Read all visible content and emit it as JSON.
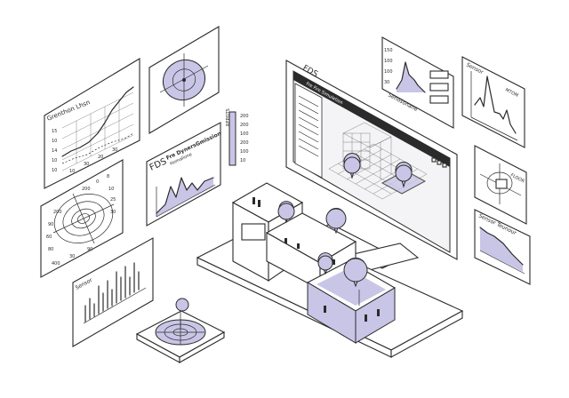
{
  "labels": {
    "left_line_panel_title": "Grenthon Lhsn",
    "left_line_y_ticks": [
      "15",
      "10",
      "14",
      "10",
      "10",
      "10",
      "0"
    ],
    "left_line_x_ticks": [
      "10",
      "30",
      "20",
      "30",
      "40"
    ],
    "polar_ticks_top": [
      "200",
      "0",
      "8"
    ],
    "polar_ticks_left": [
      "200",
      "90",
      "60",
      "80",
      "40"
    ],
    "polar_ticks_right": [
      "10",
      "25",
      "30",
      "30"
    ],
    "polar_ticks_bottom": [
      "400",
      "30",
      "90"
    ],
    "fds_panel_title": "FDS",
    "fds_panel_subtitle1": "Fre DynersGmission",
    "fds_panel_subtitle2": "Homalione",
    "vertical_bar_label": "REPOTS",
    "vertical_bar_ticks": [
      "200",
      "200",
      "100",
      "200",
      "100",
      "10"
    ],
    "sensor_bar_title": "Sensor",
    "monitor_title": "FDS",
    "monitor_window_title": "Fre Fire Simulation",
    "top_right_panel_title": "Senosonane",
    "top_right_y_ticks": [
      "150",
      "100",
      "100",
      "30"
    ],
    "sensor_right_title": "Sensor",
    "sensor_right_label": "MTOM",
    "crosshair_panel_label": "FLOOR",
    "sensor_timeline_title": "Sensor Teunour"
  },
  "colors": {
    "accent": "#c9c5e6",
    "line": "#2b2b2b",
    "background": "#ffffff"
  }
}
